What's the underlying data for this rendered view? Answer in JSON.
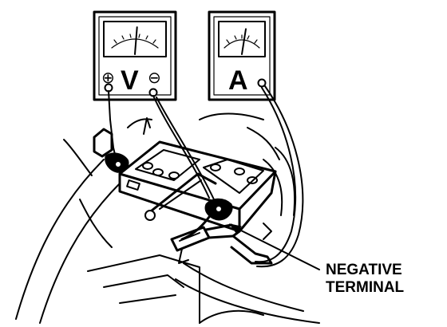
{
  "voltmeter": {
    "letter": "V",
    "positive_sign": "⊕",
    "negative_sign": "⊖",
    "needle_level": 0.55
  },
  "ammeter": {
    "letter": "A",
    "needle_level": 0.6
  },
  "callout": {
    "line1": "NEGATIVE",
    "line2": "TERMINAL"
  }
}
